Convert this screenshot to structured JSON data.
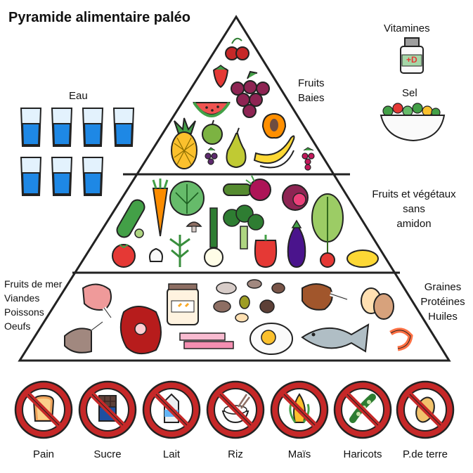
{
  "title": "Pyramide alimentaire paléo",
  "labels": {
    "water": "Eau",
    "vitamins": "Vitamines",
    "vitamin_bottle": "+D",
    "salt": "Sel",
    "top_tier": [
      "Fruits",
      "Baies"
    ],
    "middle_tier": [
      "Fruits et végétaux",
      "sans",
      "amidon"
    ],
    "bottom_left": [
      "Fruits de mer",
      "Viandes",
      "Poissons",
      "Oeufs"
    ],
    "bottom_right": [
      "Graines",
      "Protéines",
      "Huiles"
    ]
  },
  "forbidden": [
    {
      "label": "Pain",
      "icon": "bread-icon"
    },
    {
      "label": "Sucre",
      "icon": "chocolate-icon"
    },
    {
      "label": "Lait",
      "icon": "milk-icon"
    },
    {
      "label": "Riz",
      "icon": "rice-icon"
    },
    {
      "label": "Maïs",
      "icon": "corn-icon"
    },
    {
      "label": "Haricots",
      "icon": "beans-icon"
    },
    {
      "label": "P.de terre",
      "icon": "potato-icon"
    }
  ],
  "colors": {
    "outline": "#222222",
    "water": "#1e88e5",
    "forbidden_red": "#c62828"
  }
}
